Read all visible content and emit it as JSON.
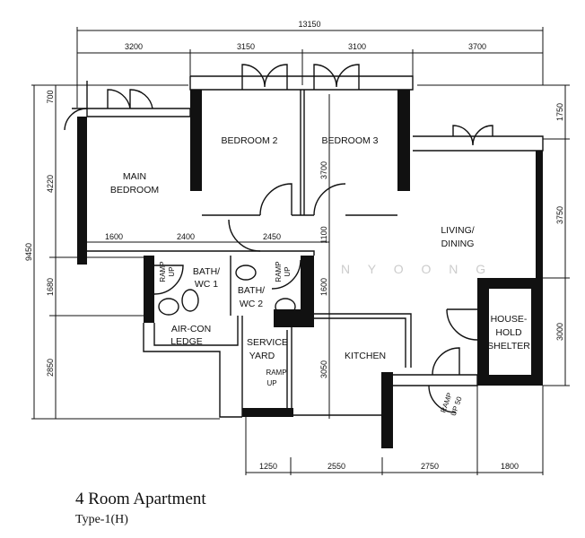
{
  "plan": {
    "title": "4 Room Apartment",
    "subtitle": "Type-1(H)",
    "watermark": "N Y O O N G",
    "dimensions": {
      "top_total": "13150",
      "top": [
        "3200",
        "3150",
        "3100",
        "3700"
      ],
      "left_total": "9450",
      "left": [
        "700",
        "4220",
        "1680",
        "2850"
      ],
      "right": [
        "1750",
        "3750",
        "3000"
      ],
      "bottom": [
        "1250",
        "2550",
        "2750",
        "1800"
      ],
      "interior_horizontal": [
        "1600",
        "2400",
        "2450"
      ],
      "interior_vertical": [
        "3700",
        "1100",
        "1600",
        "3050"
      ]
    },
    "rooms": {
      "main_bedroom": [
        "MAIN",
        "BEDROOM"
      ],
      "bedroom2": "BEDROOM  2",
      "bedroom3": "BEDROOM  3",
      "living": [
        "LIVING/",
        "DINING"
      ],
      "bath1": [
        "BATH/",
        "WC  1"
      ],
      "bath2": [
        "BATH/",
        "WC  2"
      ],
      "aircon": [
        "AIR-CON",
        "LEDGE"
      ],
      "service": [
        "SERVICE",
        "YARD"
      ],
      "kitchen": "KITCHEN",
      "shelter": [
        "HOUSE-",
        "HOLD",
        "SHELTER"
      ],
      "ramp": [
        "RAMP",
        "UP"
      ],
      "ramp50": [
        "RAMP",
        "UP 50"
      ]
    }
  }
}
